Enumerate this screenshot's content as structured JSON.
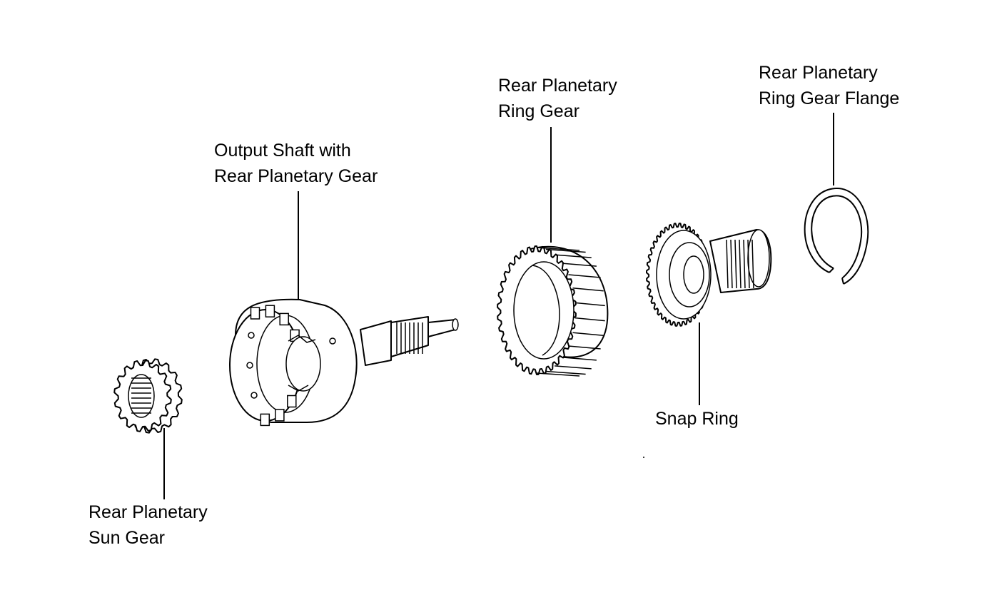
{
  "parts": {
    "sun_gear": {
      "line1": "Rear Planetary",
      "line2": "Sun Gear"
    },
    "output_shaft": {
      "line1": "Output Shaft with",
      "line2": "Rear Planetary Gear"
    },
    "ring_gear": {
      "line1": "Rear Planetary",
      "line2": "Ring Gear"
    },
    "snap_ring": {
      "line1": "Snap Ring"
    },
    "ring_gear_flange": {
      "line1": "Rear Planetary",
      "line2": "Ring Gear Flange"
    }
  },
  "colors": {
    "ink": "#000000",
    "paper": "#ffffff"
  }
}
